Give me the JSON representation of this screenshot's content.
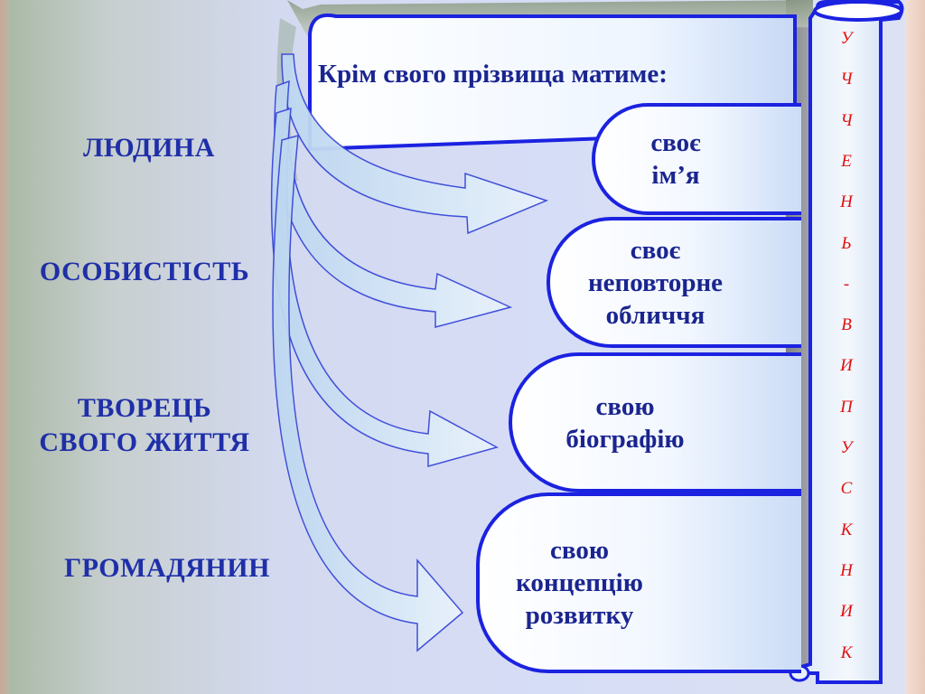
{
  "title": "Крім свого прізвища матиме:",
  "left_labels": {
    "l1": "ЛЮДИНА",
    "l2": "ОСОБИСТІСТЬ",
    "l3a": "ТВОРЕЦЬ",
    "l3b": "СВОГО ЖИТТЯ",
    "l4": "ГРОМАДЯНИН"
  },
  "pills": {
    "p1": [
      "своє",
      "ім’я"
    ],
    "p2": [
      "своє",
      "неповторне",
      "обличчя"
    ],
    "p3": [
      "свою",
      "біографію"
    ],
    "p4": [
      "свою",
      "концепцію",
      "розвитку"
    ]
  },
  "scroll_letters": [
    "У",
    "Ч",
    "Ч",
    "Е",
    "Н",
    "Ь",
    "-",
    "В",
    "И",
    "П",
    "У",
    "С",
    "К",
    "Н",
    "И",
    "К"
  ],
  "colors": {
    "text": "#1f2fa8",
    "outline": "#1b22e0",
    "scroll_text": "#e01010"
  }
}
